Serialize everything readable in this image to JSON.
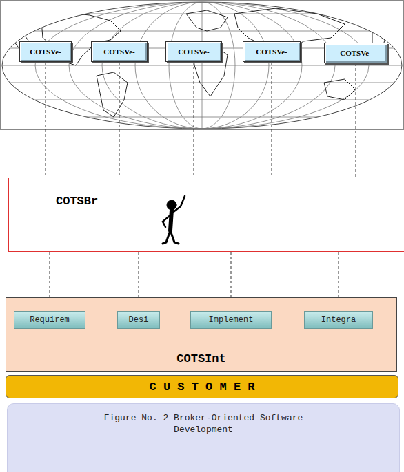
{
  "diagram": {
    "caption": "Figure No. 2 Broker-Oriented Software Development",
    "nodes": [
      {
        "text": [
          "COTSVe-"
        ]
      },
      {
        "text": [
          "COTSVe-"
        ]
      },
      {
        "text": [
          "COTSVe-"
        ]
      },
      {
        "text": [
          "COTSVe-"
        ]
      },
      {
        "text": [
          "COTSVe-"
        ]
      },
      {
        "text": [
          "COTSBr"
        ]
      },
      {
        "text": [
          "COTSInt"
        ]
      },
      {
        "text": [
          "Requirem"
        ],
        "in": 6
      },
      {
        "text": [
          "Desi"
        ],
        "in": 6
      },
      {
        "text": [
          "Implement"
        ],
        "in": 6
      },
      {
        "text": [
          "Integra"
        ],
        "in": 6
      },
      {
        "text": [
          "C U S T O M E R"
        ]
      }
    ],
    "edges": [
      {
        "from": 0,
        "to": 5,
        "arrow": "none"
      },
      {
        "from": 1,
        "to": 5,
        "arrow": "none"
      },
      {
        "from": 2,
        "to": 5,
        "arrow": "none"
      },
      {
        "from": 3,
        "to": 5,
        "arrow": "none"
      },
      {
        "from": 4,
        "to": 5,
        "arrow": "none"
      },
      {
        "from": 5,
        "to": 7,
        "arrow": "none"
      },
      {
        "from": 5,
        "to": 8,
        "arrow": "none"
      },
      {
        "from": 5,
        "to": 9,
        "arrow": "none"
      },
      {
        "from": 5,
        "to": 10,
        "arrow": "none"
      }
    ]
  }
}
